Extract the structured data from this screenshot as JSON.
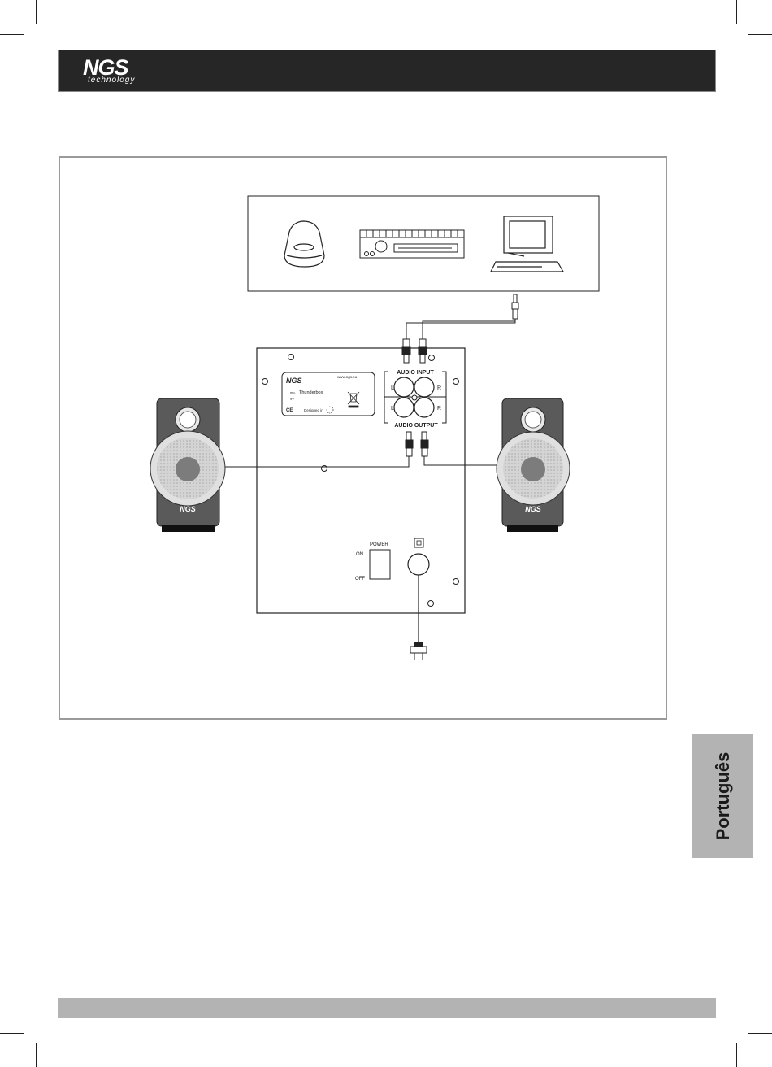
{
  "header": {
    "logo_main": "NGS",
    "logo_sub": "technology"
  },
  "diagram": {
    "panel_logo": "NGS",
    "panel_website": "www.ngs.eu",
    "panel_model_label": "mo.",
    "panel_model": "Thunderbox",
    "panel_voltage": "9V",
    "panel_ce": "CE",
    "panel_designed": "Designed in",
    "audio_input": "AUDIO INPUT",
    "audio_output": "AUDIO OUTPUT",
    "jack_left": "L",
    "jack_right": "R",
    "power": "POWER",
    "on": "ON",
    "off": "OFF",
    "speaker_logo": "NGS"
  },
  "side_tab": {
    "label": "Português"
  }
}
